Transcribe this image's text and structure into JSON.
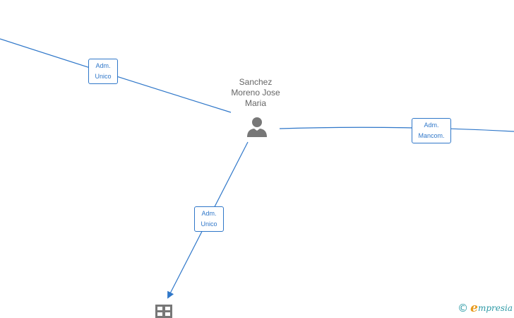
{
  "person": {
    "name_line1": "Sanchez",
    "name_line2": "Moreno Jose",
    "name_line3": "Maria",
    "icon": "person-icon"
  },
  "edges": [
    {
      "line1": "Adm.",
      "line2": "Unico"
    },
    {
      "line1": "Adm.",
      "line2": "Mancom."
    },
    {
      "line1": "Adm.",
      "line2": "Unico"
    }
  ],
  "company": {
    "icon": "building-icon"
  },
  "watermark": {
    "symbol": "©",
    "brand_initial": "e",
    "brand_rest": "mpresia"
  },
  "colors": {
    "link": "#2f77c9",
    "icon": "#777777",
    "brand_teal": "#2e9aa6",
    "brand_orange": "#e89a1c"
  }
}
